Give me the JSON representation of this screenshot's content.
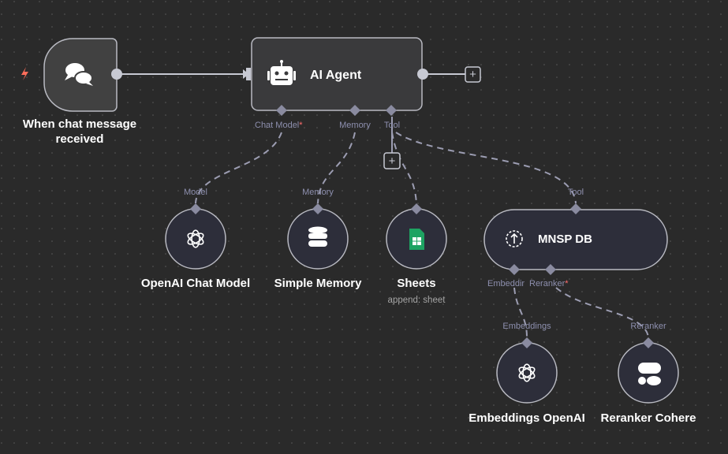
{
  "colors": {
    "canvas": "#2a2a2a",
    "node": "#414141",
    "agent": "#3a3a3c",
    "subnode": "#2d2e3a",
    "border": "#b9bac2",
    "required": "#ff6d6d",
    "trigger": "#ff6d5a",
    "sheets": "#1ea362"
  },
  "nodes": {
    "trigger": {
      "name_line1": "When chat message",
      "name_line2": "received",
      "icon": "chat-bubbles-icon",
      "badge_icon": "lightning-bolt-icon"
    },
    "agent": {
      "name": "AI Agent",
      "icon": "robot-icon",
      "inputs": [
        {
          "label": "Chat Model",
          "required_mark": "*"
        },
        {
          "label": "Memory"
        },
        {
          "label": "Tool"
        }
      ]
    },
    "openai_chat": {
      "name": "OpenAI Chat Model",
      "input_label": "Model",
      "icon": "openai-icon"
    },
    "memory": {
      "name": "Simple Memory",
      "input_label": "Memory",
      "icon": "database-icon"
    },
    "sheets": {
      "name": "Sheets",
      "subtitle": "append: sheet",
      "icon": "google-sheets-icon"
    },
    "mnsp": {
      "name": "MNSP DB",
      "input_label": "Tool",
      "icon": "vector-store-icon",
      "inputs": [
        {
          "label": "Embeddings",
          "shown": "Embeddir"
        },
        {
          "label": "Reranker",
          "required_mark": "*"
        }
      ]
    },
    "embeddings": {
      "name": "Embeddings OpenAI",
      "input_label": "Embeddings",
      "icon": "openai-icon"
    },
    "reranker": {
      "name": "Reranker Cohere",
      "input_label": "Reranker",
      "icon": "cohere-icon"
    }
  },
  "buttons": {
    "add": "+"
  }
}
